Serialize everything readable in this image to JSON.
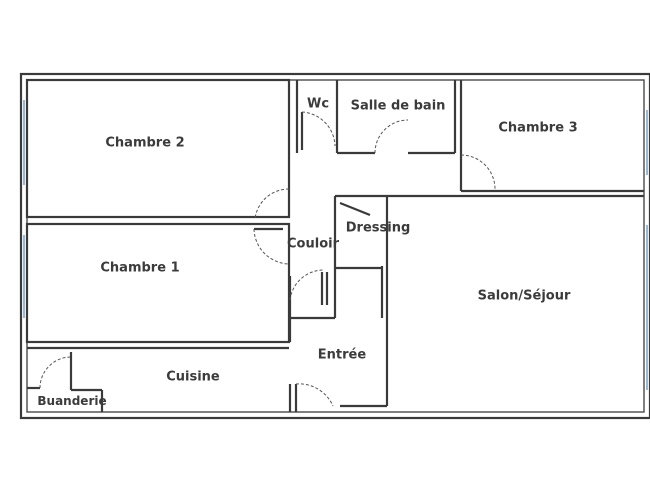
{
  "rooms": {
    "chambre2": "Chambre 2",
    "wc": "Wc",
    "salle_de_bain": "Salle de bain",
    "chambre3": "Chambre 3",
    "chambre1": "Chambre 1",
    "dressing": "Dressing",
    "couloir": "Couloir",
    "salon": "Salon/Séjour",
    "entree": "Entrée",
    "cuisine": "Cuisine",
    "buanderie": "Buanderie"
  }
}
